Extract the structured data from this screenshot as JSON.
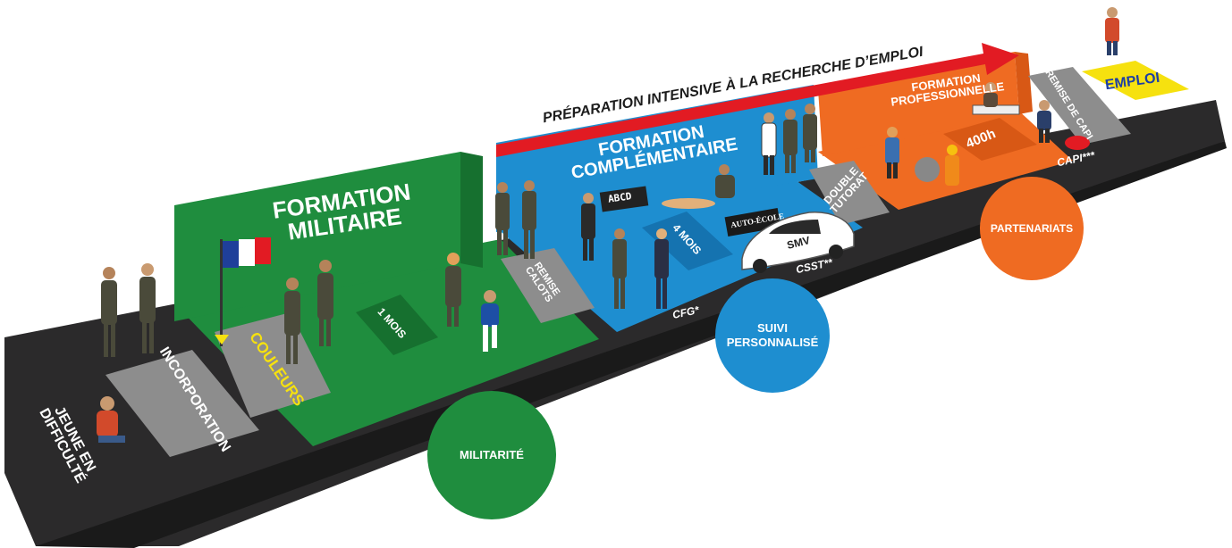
{
  "header": {
    "banner": "PRÉPARATION INTENSIVE À LA RECHERCHE D’EMPLOI"
  },
  "steps": {
    "start": "JEUNE EN\nDIFFICULTÉ",
    "incorporation": "INCORPORATION",
    "couleurs": "COULEURS",
    "remise_calots": "REMISE\nCALOTS",
    "double_tutorat": "DOUBLE\nTUTORAT",
    "remise_capi": "REMISE DE CAPI",
    "emploi": "EMPLOI"
  },
  "panels": {
    "militaire": {
      "title": "FORMATION\nMILITAIRE",
      "duration": "1 MOIS"
    },
    "complementaire": {
      "title": "FORMATION\nCOMPLÉMENTAIRE",
      "duration": "4 MOIS",
      "board": "ABCD",
      "car_sign": "AUTO-ÉCOLE",
      "car_plate": "SMV"
    },
    "professionnelle": {
      "title": "FORMATION\nPROFESSIONNELLE",
      "duration": "400h"
    }
  },
  "certifications": {
    "cfg": "CFG*",
    "csst": "CSST**",
    "capi": "CAPI***"
  },
  "circles": {
    "militarite": "MILITARITÉ",
    "suivi": "SUIVI\nPERSONNALISÉ",
    "partenariats": "PARTENARIATS"
  },
  "colors": {
    "road": "#2b2a2b",
    "green": "#1f8d3e",
    "green_dark": "#16702f",
    "blue": "#1e8ed0",
    "blue_dark": "#1573b0",
    "orange": "#ef6b22",
    "orange_dark": "#d85815",
    "red_arrow": "#e21b23",
    "yellow": "#f6e10f",
    "grey_chevron": "#8d8d8d"
  }
}
